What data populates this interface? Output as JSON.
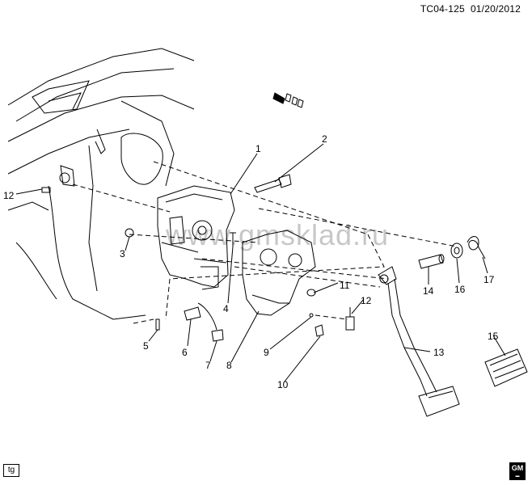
{
  "header": {
    "code": "TC04-125",
    "date": "01/20/2012"
  },
  "footer": {
    "tag": "tg",
    "logo_text": "GM"
  },
  "watermark": "www.gmsklad.ru",
  "callouts": [
    "1",
    "2",
    "3",
    "4",
    "5",
    "6",
    "7",
    "8",
    "9",
    "10",
    "11",
    "12",
    "12",
    "13",
    "14",
    "15",
    "16",
    "17"
  ],
  "colors": {
    "line": "#000000",
    "background": "#ffffff"
  }
}
